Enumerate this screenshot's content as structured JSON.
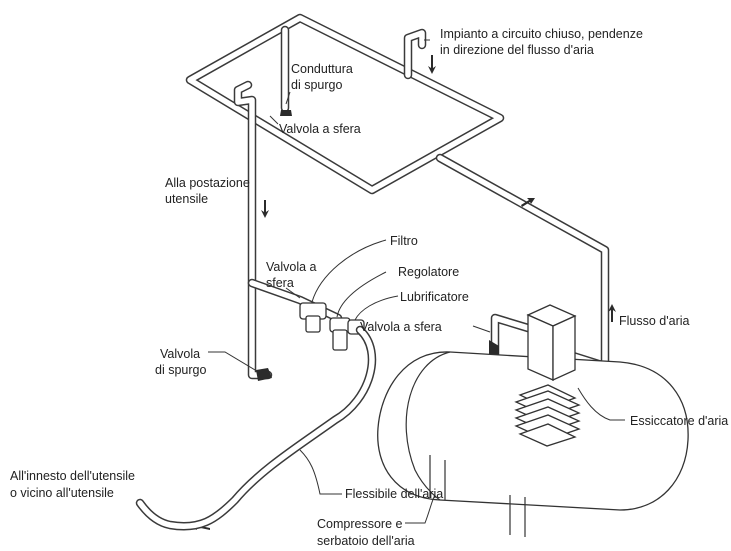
{
  "labels": {
    "closed_loop_line1": "Impianto a circuito chiuso, pendenze",
    "closed_loop_line2": "in direzione del flusso d'aria",
    "drain_pipe_line1": "Conduttura",
    "drain_pipe_line2": "di spurgo",
    "ball_valve_top": "Valvola a sfera",
    "to_tool_station_line1": "Alla postazione",
    "to_tool_station_line2": "utensile",
    "filter": "Filtro",
    "ball_valve_mid_line1": "Valvola a",
    "ball_valve_mid_line2": "sfera",
    "regulator": "Regolatore",
    "lubricator": "Lubrificatore",
    "ball_valve_tank": "Valvola a sfera",
    "air_flow": "Flusso d'aria",
    "drain_valve_line1": "Valvola",
    "drain_valve_line2": "di spurgo",
    "air_dryer": "Essiccatore d'aria",
    "tool_connection_line1": "All'innesto dell'utensile",
    "tool_connection_line2": "o vicino all'utensile",
    "air_hose": "Flessibile dell'aria",
    "compressor_line1": "Compressore e",
    "compressor_line2": "serbatoio dell'aria"
  }
}
